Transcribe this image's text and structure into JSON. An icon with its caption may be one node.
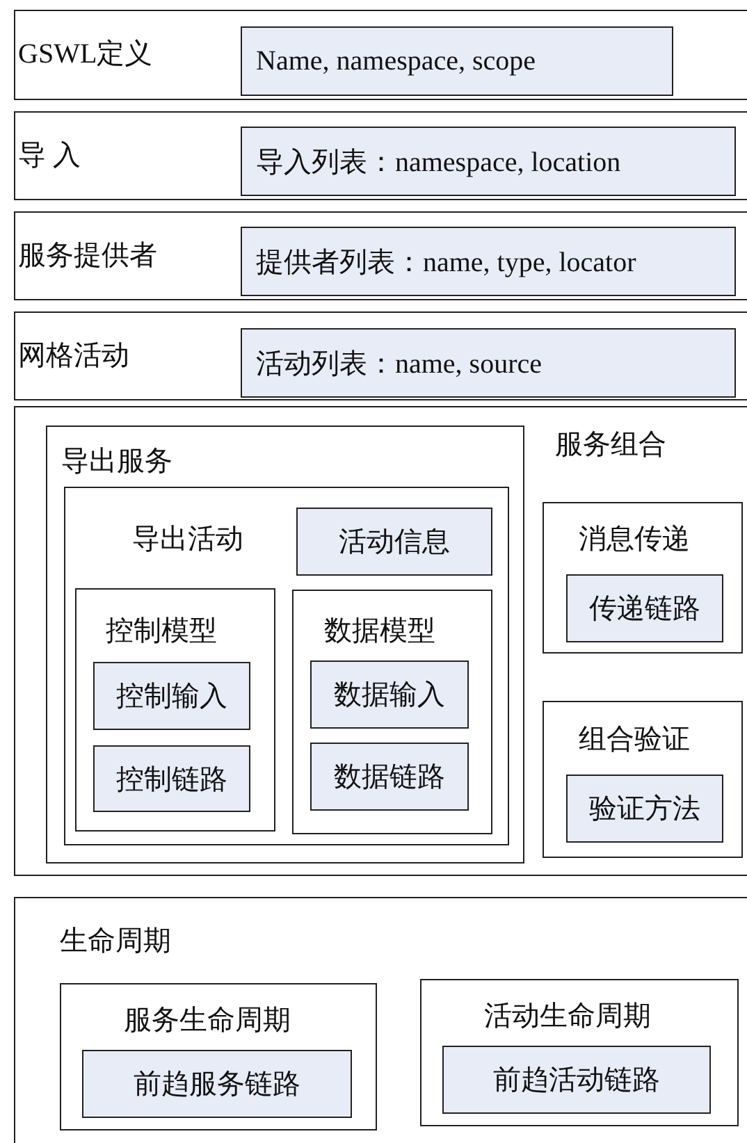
{
  "diagram": {
    "nodes": [
      {
        "text": [
          "GSWL定义"
        ]
      },
      {
        "text": [
          "Name,  namespace,  scope"
        ],
        "in": 0
      },
      {
        "text": [
          "导 入"
        ]
      },
      {
        "text": [
          "导入列表：namespace, location"
        ],
        "in": 2
      },
      {
        "text": [
          "服务提供者"
        ]
      },
      {
        "text": [
          "提供者列表：name, type, locator"
        ],
        "in": 4
      },
      {
        "text": [
          "网格活动"
        ]
      },
      {
        "text": [
          "活动列表：name, source"
        ],
        "in": 6
      },
      {
        "text": [
          "服务组合"
        ]
      },
      {
        "text": [
          "导出服务"
        ],
        "in": 8
      },
      {
        "text": [
          "导出活动"
        ],
        "in": 9
      },
      {
        "text": [
          "活动信息"
        ],
        "in": 10
      },
      {
        "text": [
          "控制模型"
        ],
        "in": 10
      },
      {
        "text": [
          "控制输入"
        ],
        "in": 12
      },
      {
        "text": [
          "控制链路"
        ],
        "in": 12
      },
      {
        "text": [
          "数据模型"
        ],
        "in": 10
      },
      {
        "text": [
          "数据输入"
        ],
        "in": 15
      },
      {
        "text": [
          "数据链路"
        ],
        "in": 15
      },
      {
        "text": [
          "消息传递"
        ],
        "in": 8
      },
      {
        "text": [
          "传递链路"
        ],
        "in": 18
      },
      {
        "text": [
          "组合验证"
        ],
        "in": 8
      },
      {
        "text": [
          "验证方法"
        ],
        "in": 20
      },
      {
        "text": [
          "生命周期"
        ]
      },
      {
        "text": [
          "服务生命周期"
        ],
        "in": 22
      },
      {
        "text": [
          "前趋服务链路"
        ],
        "in": 23
      },
      {
        "text": [
          "活动生命周期"
        ],
        "in": 22
      },
      {
        "text": [
          "前趋活动链路"
        ],
        "in": 25
      }
    ]
  }
}
